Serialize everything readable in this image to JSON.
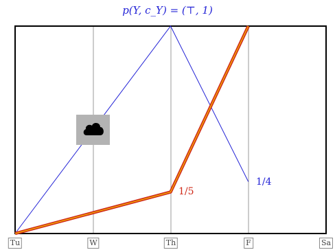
{
  "title": "p(Y, c_Y) = (⊤, 1)",
  "title_color": "#2323d6",
  "days": [
    "Tu",
    "W",
    "Th",
    "F",
    "Sa"
  ],
  "blue_label": "1/4",
  "blue_color": "#2323d6",
  "red_label": "1/5",
  "red_color": "#cf2a1a",
  "cloud_icon": "cloud-icon",
  "series": [
    {
      "name": "",
      "color": "#2323d6",
      "points": [
        [
          0,
          0
        ],
        [
          2,
          1
        ],
        [
          3,
          0.25
        ]
      ]
    },
    {
      "name": "",
      "color": "#cf2a1a",
      "points": [
        [
          0,
          0
        ],
        [
          2,
          0.2
        ],
        [
          3,
          1
        ]
      ]
    }
  ]
}
